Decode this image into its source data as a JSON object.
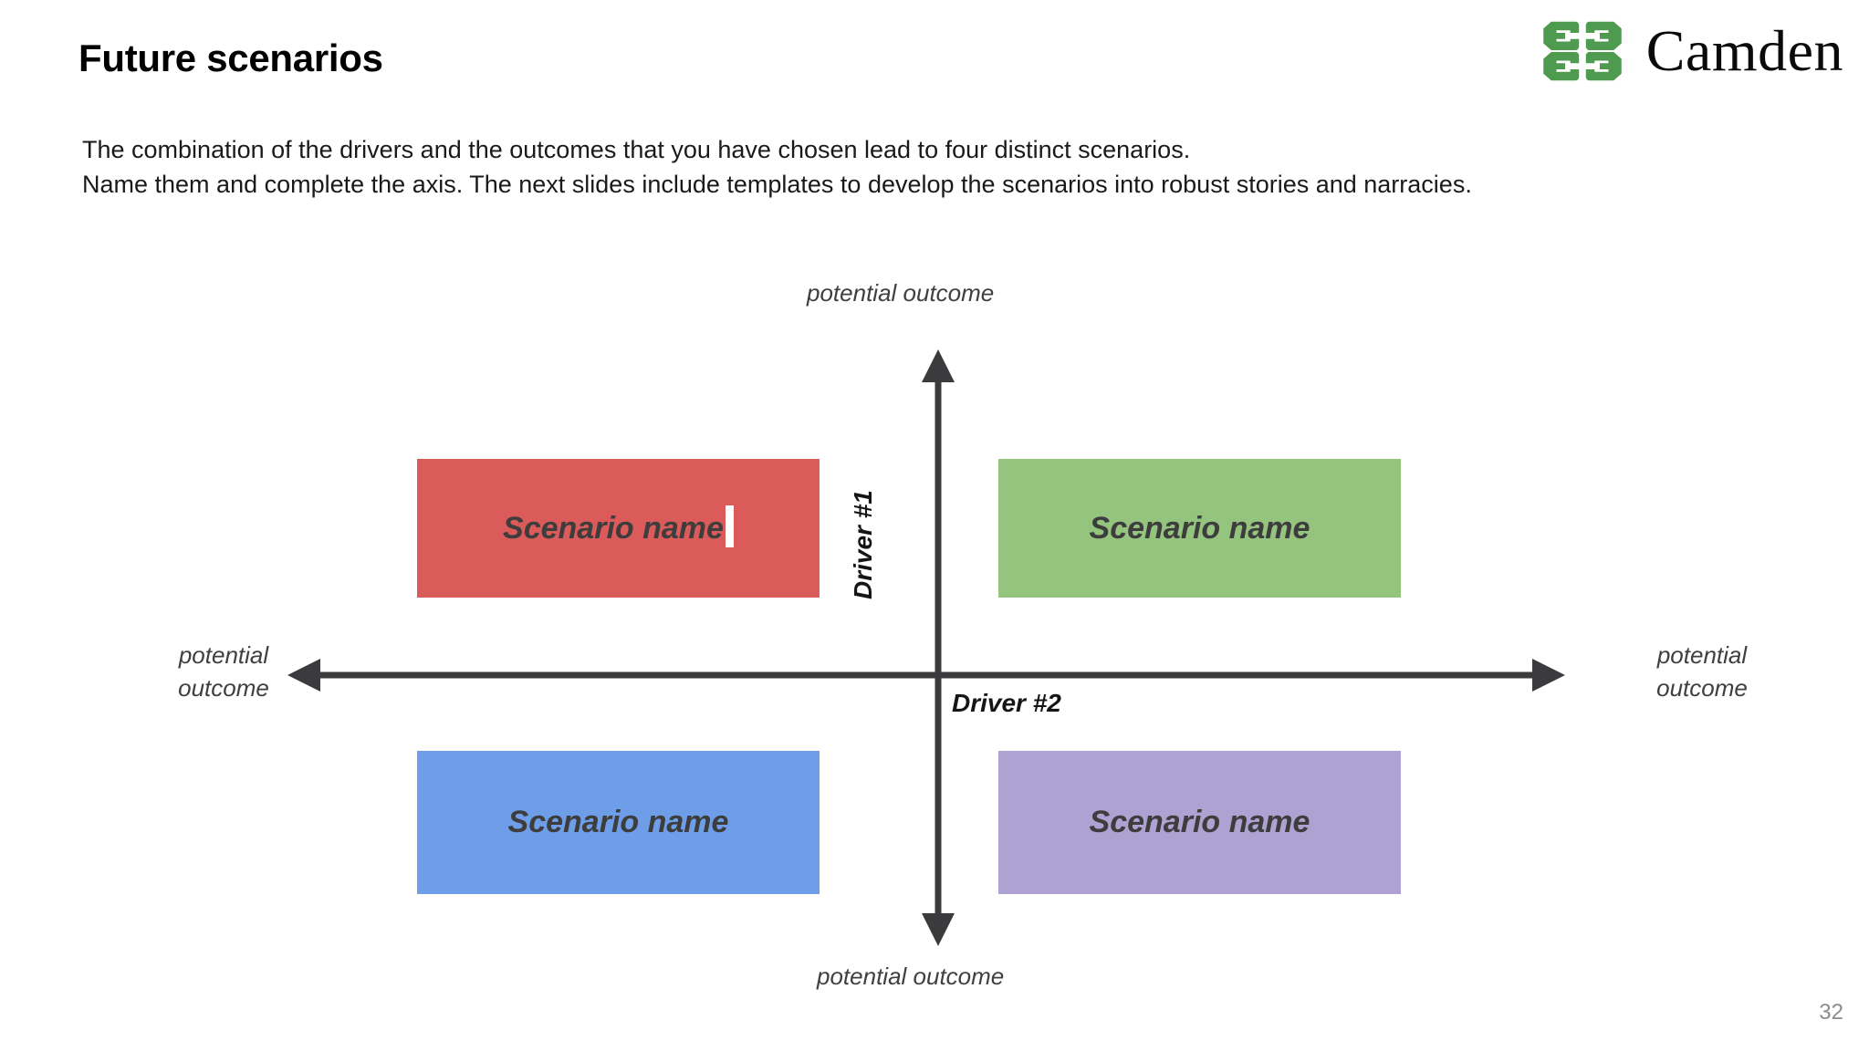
{
  "slide": {
    "title": "Future scenarios",
    "body_text": "The combination of the drivers and the outcomes that you have chosen lead to four distinct scenarios.\nName them and complete the axis. The next slides include templates to develop the scenarios into robust stories and narracies.",
    "page_number": "32"
  },
  "logo": {
    "wordmark": "Camden",
    "mark_name": "camden-pinwheel-icon",
    "mark_color": "#4E9A4E"
  },
  "chart_data": {
    "type": "scatter",
    "title": "Future scenarios 2x2 matrix",
    "xlabel": "Driver #2",
    "ylabel": "Driver #1",
    "axis_endpoint_labels": {
      "top": "potential outcome",
      "bottom": "potential outcome",
      "left": "potential\noutcome",
      "right": "potential\noutcome"
    },
    "grid": false,
    "legend": "none",
    "quadrants": [
      {
        "position": "top-left",
        "label": "Scenario name",
        "color": "#DB5A5A",
        "editing": true
      },
      {
        "position": "top-right",
        "label": "Scenario name",
        "color": "#94C47D",
        "editing": false
      },
      {
        "position": "bottom-left",
        "label": "Scenario name",
        "color": "#6E9EE8",
        "editing": false
      },
      {
        "position": "bottom-right",
        "label": "Scenario name",
        "color": "#AEA2D3",
        "editing": false
      }
    ]
  },
  "colors": {
    "axis": "#3B3B3D",
    "text_dark": "#3d3d3d",
    "page_number": "#8c8c8c",
    "brand_green": "#4E9A4E"
  }
}
